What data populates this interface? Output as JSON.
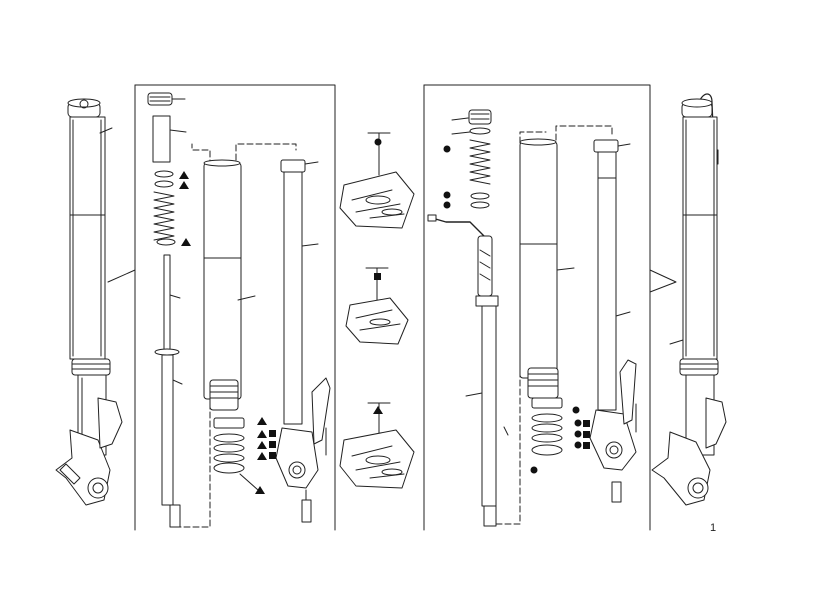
{
  "page": {
    "number": "1"
  },
  "legend_markers": [
    {
      "name": "circle-marker",
      "shape": "circle"
    },
    {
      "name": "square-marker",
      "shape": "square"
    },
    {
      "name": "triangle-marker",
      "shape": "triangle"
    }
  ],
  "colors": {
    "line": "#222222",
    "fill": "#ffffff",
    "shade": "#d8d8d8",
    "marker": "#111111"
  },
  "marker_sets": {
    "left_spring_group": [
      "triangle",
      "triangle",
      "triangle"
    ],
    "left_lower_group": [
      "triangle",
      "triangle-square",
      "triangle-square",
      "triangle-square",
      "triangle"
    ],
    "right_spring_group": [
      "circle",
      "circle",
      "circle"
    ],
    "right_lower_group": [
      "circle",
      "circle-square",
      "circle-square",
      "circle-square",
      "circle"
    ],
    "kit_icons": [
      "circle",
      "square",
      "triangle"
    ]
  }
}
